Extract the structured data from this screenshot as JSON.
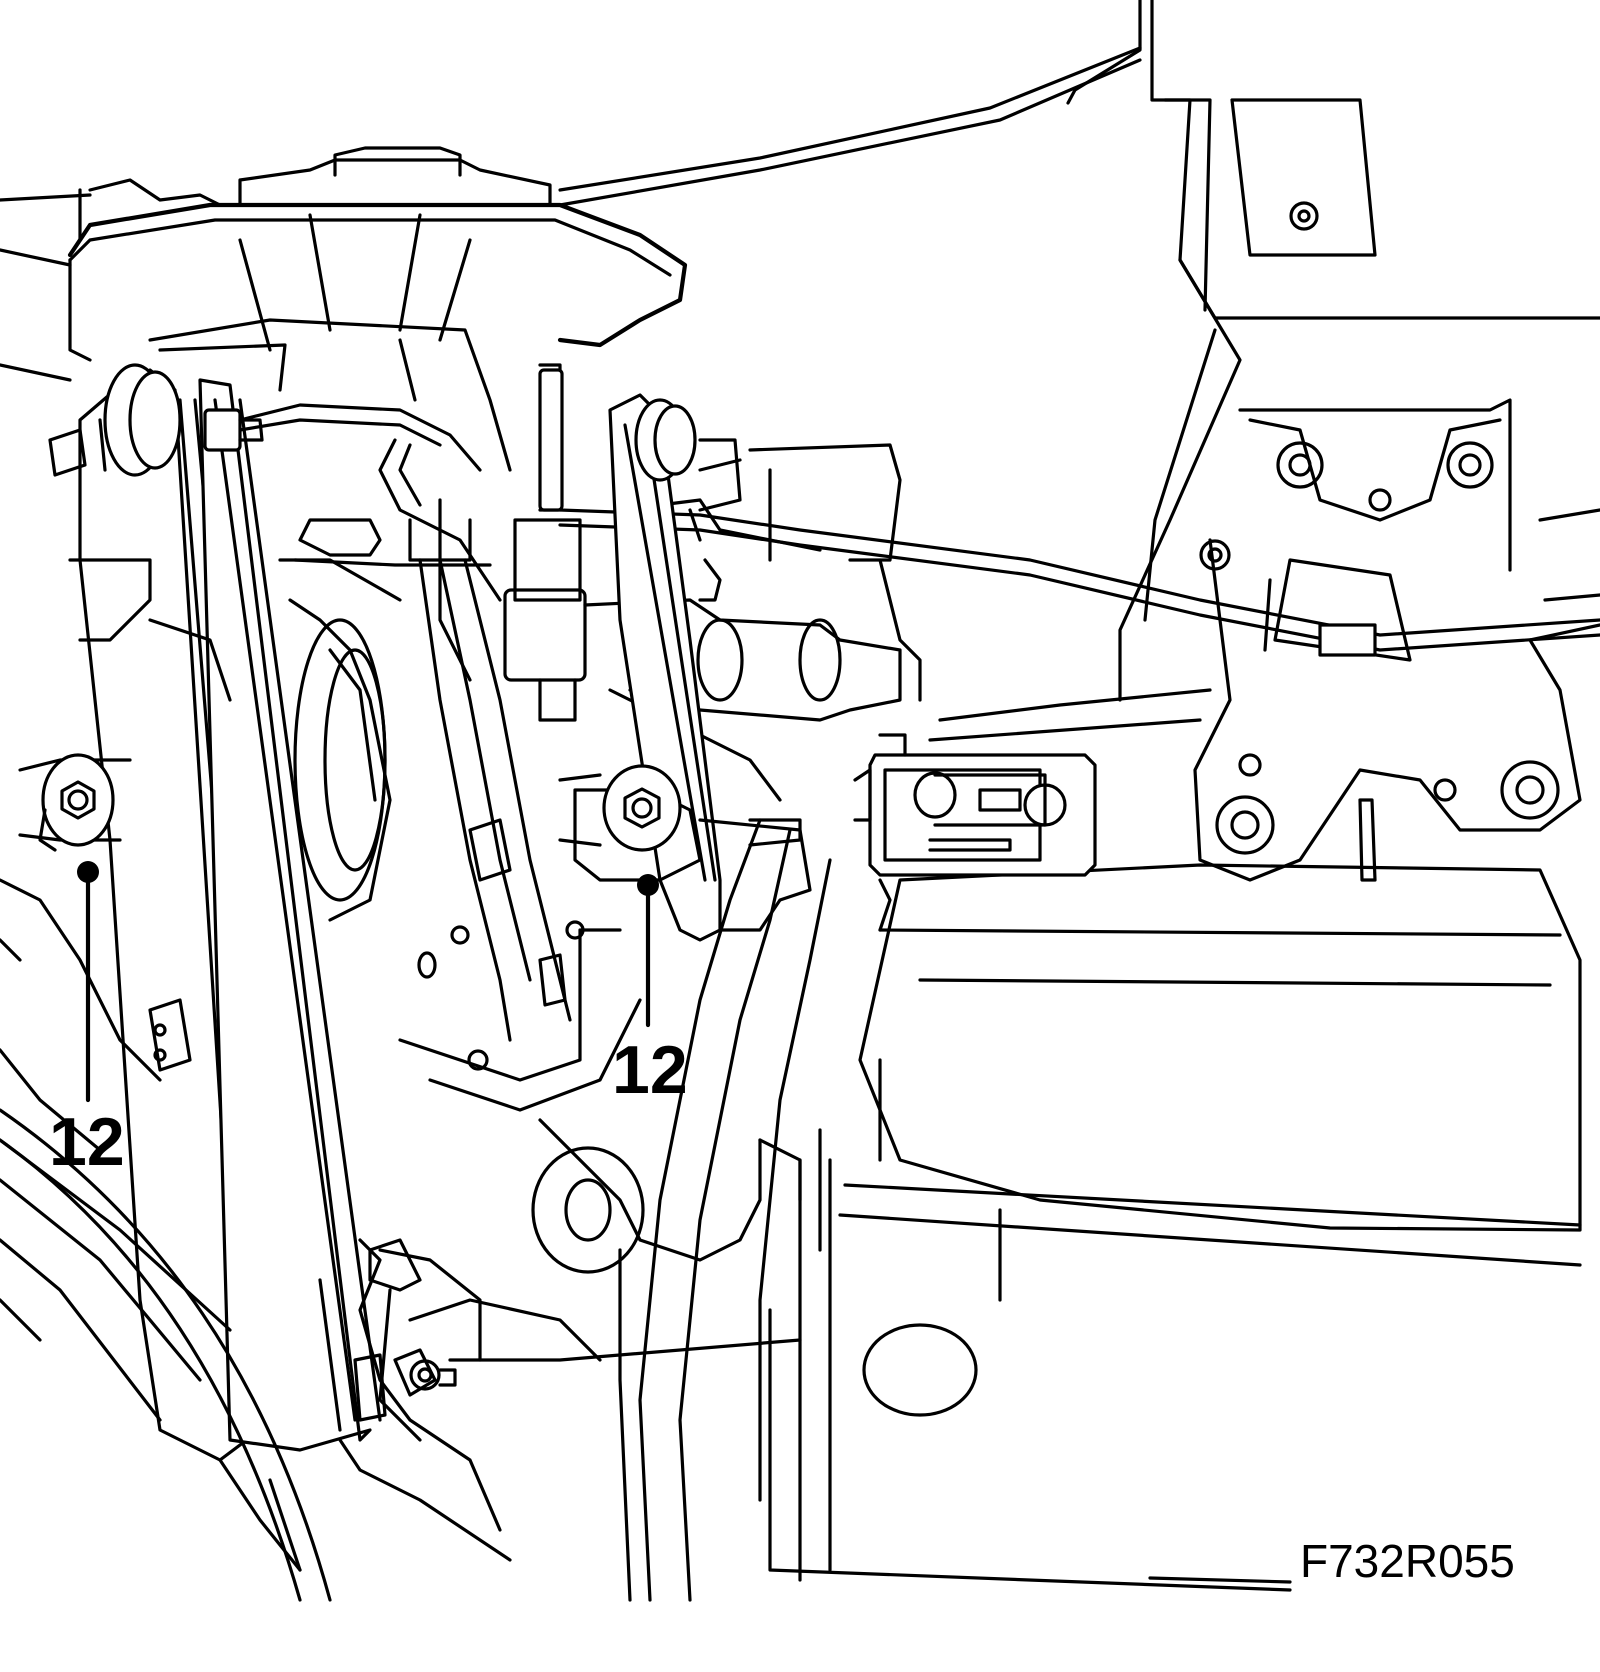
{
  "figure": {
    "id": "F732R055"
  },
  "callouts": [
    {
      "label": "12",
      "target": "subframe-mounting-bolt-left"
    },
    {
      "label": "12",
      "target": "subframe-mounting-bolt-right"
    }
  ],
  "colors": {
    "line": "#000000",
    "background": "#ffffff"
  }
}
